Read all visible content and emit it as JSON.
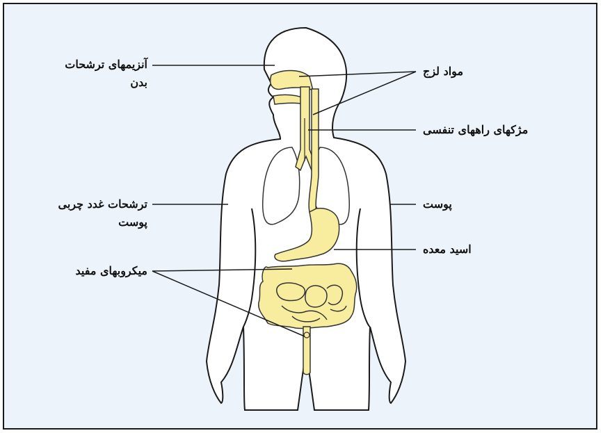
{
  "labels": {
    "body_enzymes_line1": "آنزیمهای ترشحات",
    "body_enzymes_line2": "بدن",
    "mucus": "مواد لزج",
    "airway_cilia": "مژکهای راههای تنفسی",
    "sebaceous_line1": "ترشحات غدد چربی",
    "sebaceous_line2": "پوست",
    "skin": "پوست",
    "stomach_acid": "اسید معده",
    "beneficial_microbes": "میکروبهای مفید"
  },
  "colors": {
    "panel_background": "#edf3fa",
    "body_fill": "#ffffff",
    "organ_fill": "#f8ec9f",
    "outline": "#1a1a1a",
    "lung_outline": "#333333"
  }
}
